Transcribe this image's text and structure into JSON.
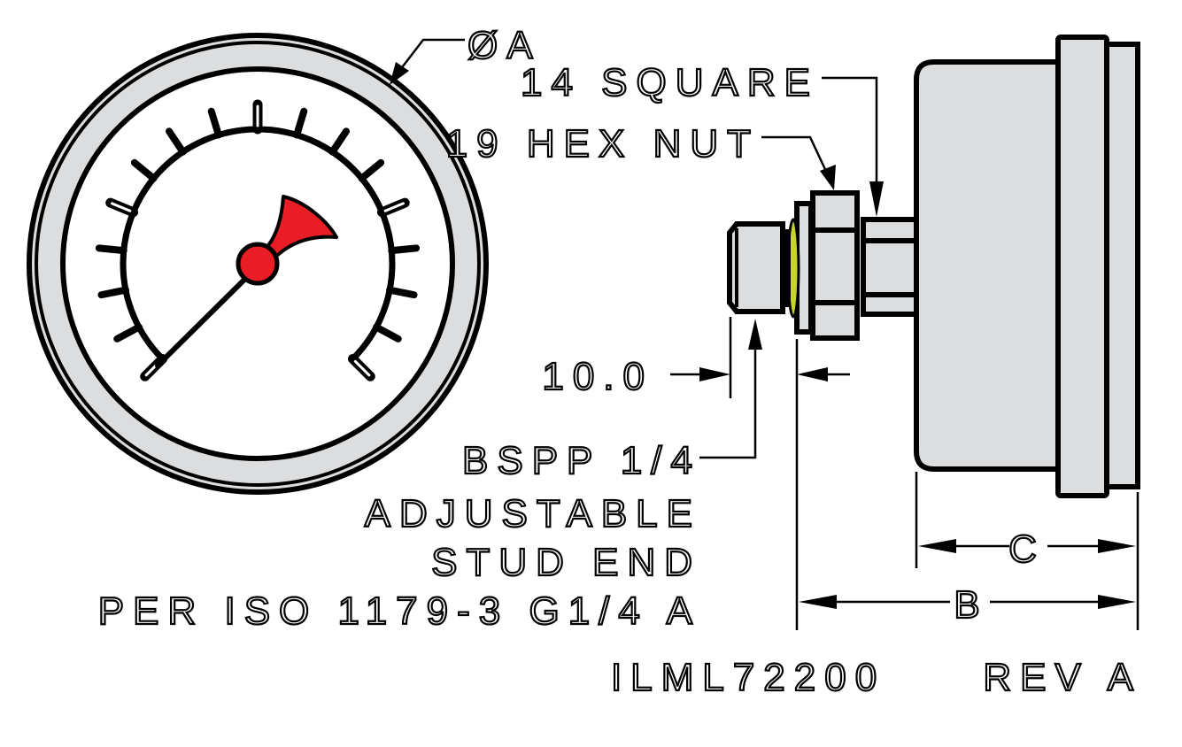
{
  "labels": {
    "diameter": "ØA",
    "square": "14 SQUARE",
    "hex_nut": "19 HEX NUT",
    "offset": "10.0",
    "thread_line1": "BSPP 1/4",
    "thread_line2": "ADJUSTABLE",
    "thread_line3": "STUD END",
    "thread_line4": "PER ISO 1179-3 G1/4 A",
    "dim_b": "B",
    "dim_c": "C",
    "part_number": "ILML72200",
    "revision": "REV A"
  },
  "colors": {
    "body_gray": "#dcdddf",
    "pointer_red": "#e81d25",
    "oring_yellow": "#c8d42a",
    "line": "#000000"
  }
}
